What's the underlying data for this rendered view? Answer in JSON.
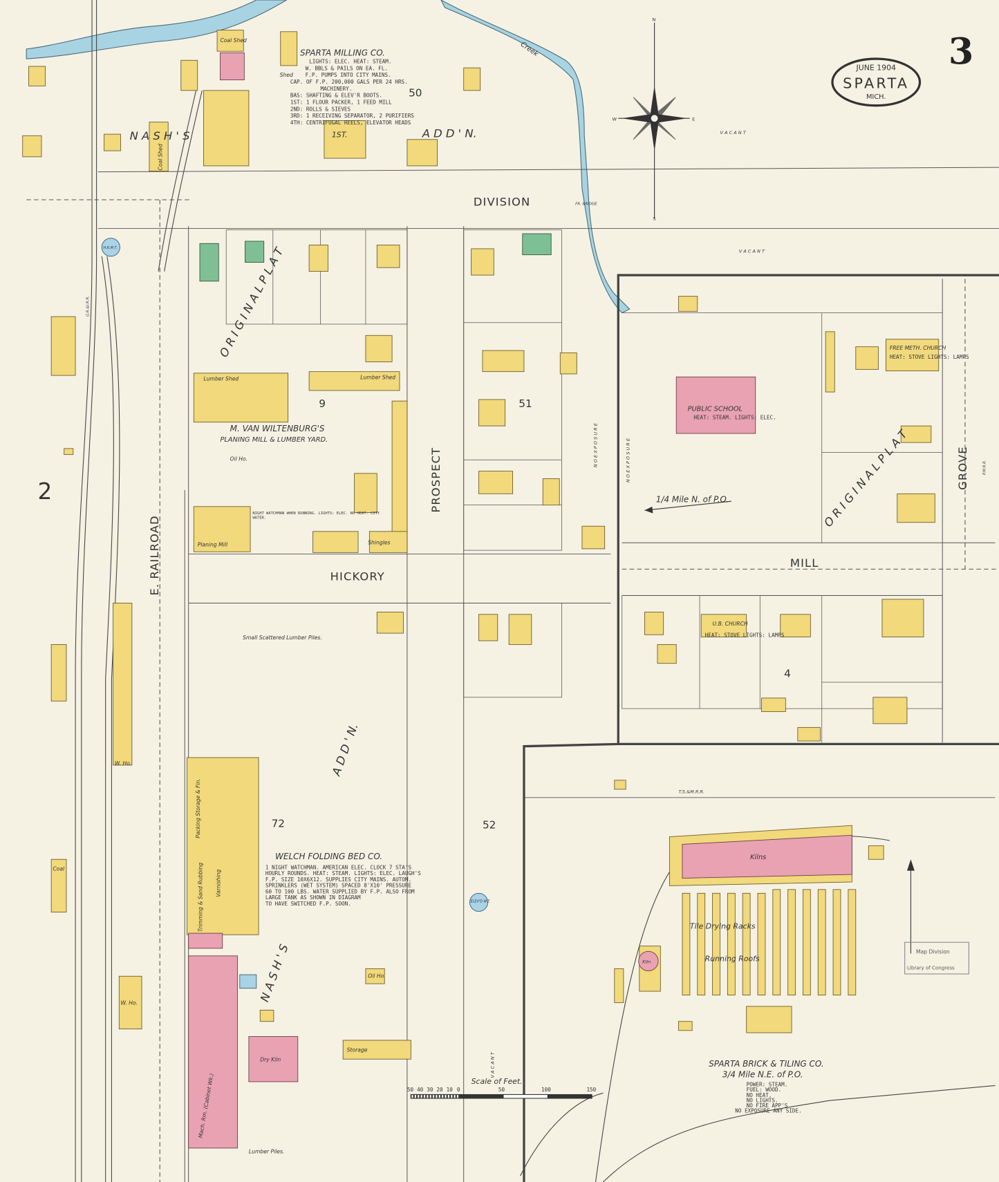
{
  "sheet": {
    "number": "3",
    "adjacent_sheet": "2"
  },
  "cartouche": {
    "date": "JUNE 1904",
    "city": "SPARTA",
    "state": "MICH."
  },
  "compass": {
    "n": "N",
    "s": "S",
    "e": "E",
    "w": "W"
  },
  "streets": {
    "division": "DIVISION",
    "hickory": "HICKORY",
    "prospect": "PROSPECT",
    "e_railroad": "E. RAILROAD",
    "mill": "MILL",
    "grove": "GROVE"
  },
  "creek": "Creek",
  "additions": {
    "nashs_top": "N A S H ' S",
    "addn_top": "A D D ' N.",
    "original_plat_left": "O R I G I N A L   P L A T",
    "original_plat_right": "O R I G I N A L   P L A T",
    "nashs_bottom": "N A S H ' S",
    "addn_bottom": "A D D ' N.",
    "first": "1ST."
  },
  "blocks": [
    "50",
    "51",
    "9",
    "72",
    "52",
    "4"
  ],
  "businesses": {
    "milling": {
      "name": "SPARTA MILLING CO.",
      "notes": [
        "LIGHTS: ELEC. HEAT: STEAM.",
        "W. BBLS & PAILS ON EA. FL.",
        "F.P. PUMPS INTO CITY MAINS.",
        "CAP. OF F.P. 200,000 GALS PER 24 HRS.",
        "MACHINERY.",
        "BAS: SHAFTING & ELEV'R BOOTS.",
        "1ST: 1 FLOUR PACKER, 1 FEED MILL",
        "2ND: ROLLS & SIEVES",
        "3RD: 1 RECEIVING SEPARATOR, 2 PURIFIERS",
        "4TH: CENTRIFUGAL REELS, ELEVATOR HEADS"
      ]
    },
    "planing_mill": {
      "name": "M. VAN WILTENBURG'S",
      "name2": "PLANING MILL & LUMBER YARD.",
      "notes": "NIGHT WATCHMAN WHEN RUNNING. LIGHTS: ELEC. NO HEAT. CITY WATER."
    },
    "welch": {
      "name": "WELCH FOLDING BED CO.",
      "notes": [
        "1 NIGHT WATCHMAN. AMERICAN ELEC. CLOCK 7 STA'S",
        "HOURLY ROUNDS. HEAT: STEAM. LIGHTS: ELEC. LAUGH'S",
        "F.P. SIZE 10X6X12. SUPPLIES CITY MAINS. AUTOM.",
        "SPRINKLERS (WET SYSTEM) SPACED 8'X10' PRESSURE",
        "60 TO 100 LBS. WATER SUPPLIED BY F.P. ALSO FROM",
        "LARGE TANK AS SHOWN IN DIAGRAM",
        "TO HAVE SWITCHED F.P. SOON."
      ]
    },
    "brick": {
      "name": "SPARTA BRICK & TILING CO.",
      "location": "3/4 Mile N.E. of P.O.",
      "notes": [
        "POWER: STEAM.",
        "FUEL: WOOD.",
        "NO HEAT.",
        "NO LIGHTS.",
        "NO FIRE APP'S",
        "NO EXPOSURE ANY SIDE."
      ]
    },
    "public_school": {
      "name": "PUBLIC SCHOOL",
      "notes": "HEAT: STEAM. LIGHTS: ELEC."
    },
    "free_meth": {
      "name": "FREE METH. CHURCH",
      "notes": "HEAT: STOVE LIGHTS: LAMPS"
    },
    "ub_church": {
      "name": "U.B. CHURCH",
      "notes": "HEAT: STOVE LIGHTS: LAMPS"
    }
  },
  "building_labels": {
    "coal_shed": "Coal Shed",
    "coal_shed2": "Coal Shed",
    "shed": "Shed",
    "lumber_shed": "Lumber Shed",
    "lumber_shed2": "Lumber Shed",
    "planing_mill": "Planing Mill",
    "shingles": "Shingles",
    "oil_ho": "Oil Ho.",
    "packing": "Packing Storage & Fin.",
    "varnishing": "Varnishing",
    "trimming": "Trimming & Sand Rubbing",
    "mach_rm": "Mach. Rm. (Cabinet Wk.)",
    "dry_kiln": "Dry Kiln",
    "storage": "Storage",
    "oil_ho2": "Oil Ho.",
    "kilns": "Kilns",
    "drying": "Tile   Drying   Racks",
    "running": "Running   Roofs",
    "kiln": "Kiln",
    "w_ho": "W. Ho.",
    "coal": "Coal",
    "w_ho2": "W. Ho.",
    "small_scattered": "Small Scattered Lumber Piles.",
    "lumber_piles": "Lumber      Piles.",
    "vacant": "V A C A N T",
    "no_exposure": "N O   E X P O S U R E",
    "fr_bridge": "FR. BRIDGE",
    "elevd": "ELEV'D W.T.",
    "hrmt": "H.R.M.T.",
    "gr_rr": "G.R.&I.R.R.",
    "pm_rr": "P.M.R.R.",
    "tsem_rr": "T.S.&M.R.R."
  },
  "quarter_mile": "1/4 Mile N. of P.O.",
  "scale": {
    "title": "Scale of Feet.",
    "ticks": [
      "50",
      "40",
      "30",
      "20",
      "10",
      "0",
      "50",
      "100",
      "150"
    ]
  },
  "stamp": {
    "line1": "Map Division",
    "line2": "Library of Congress"
  },
  "colors": {
    "paper": "#f5f2e4",
    "frame": "#f1d97c",
    "brick": "#e8a2b2",
    "stone": "#7fbf95",
    "iron": "#a9d3e6",
    "creek": "#a8d3e3"
  }
}
